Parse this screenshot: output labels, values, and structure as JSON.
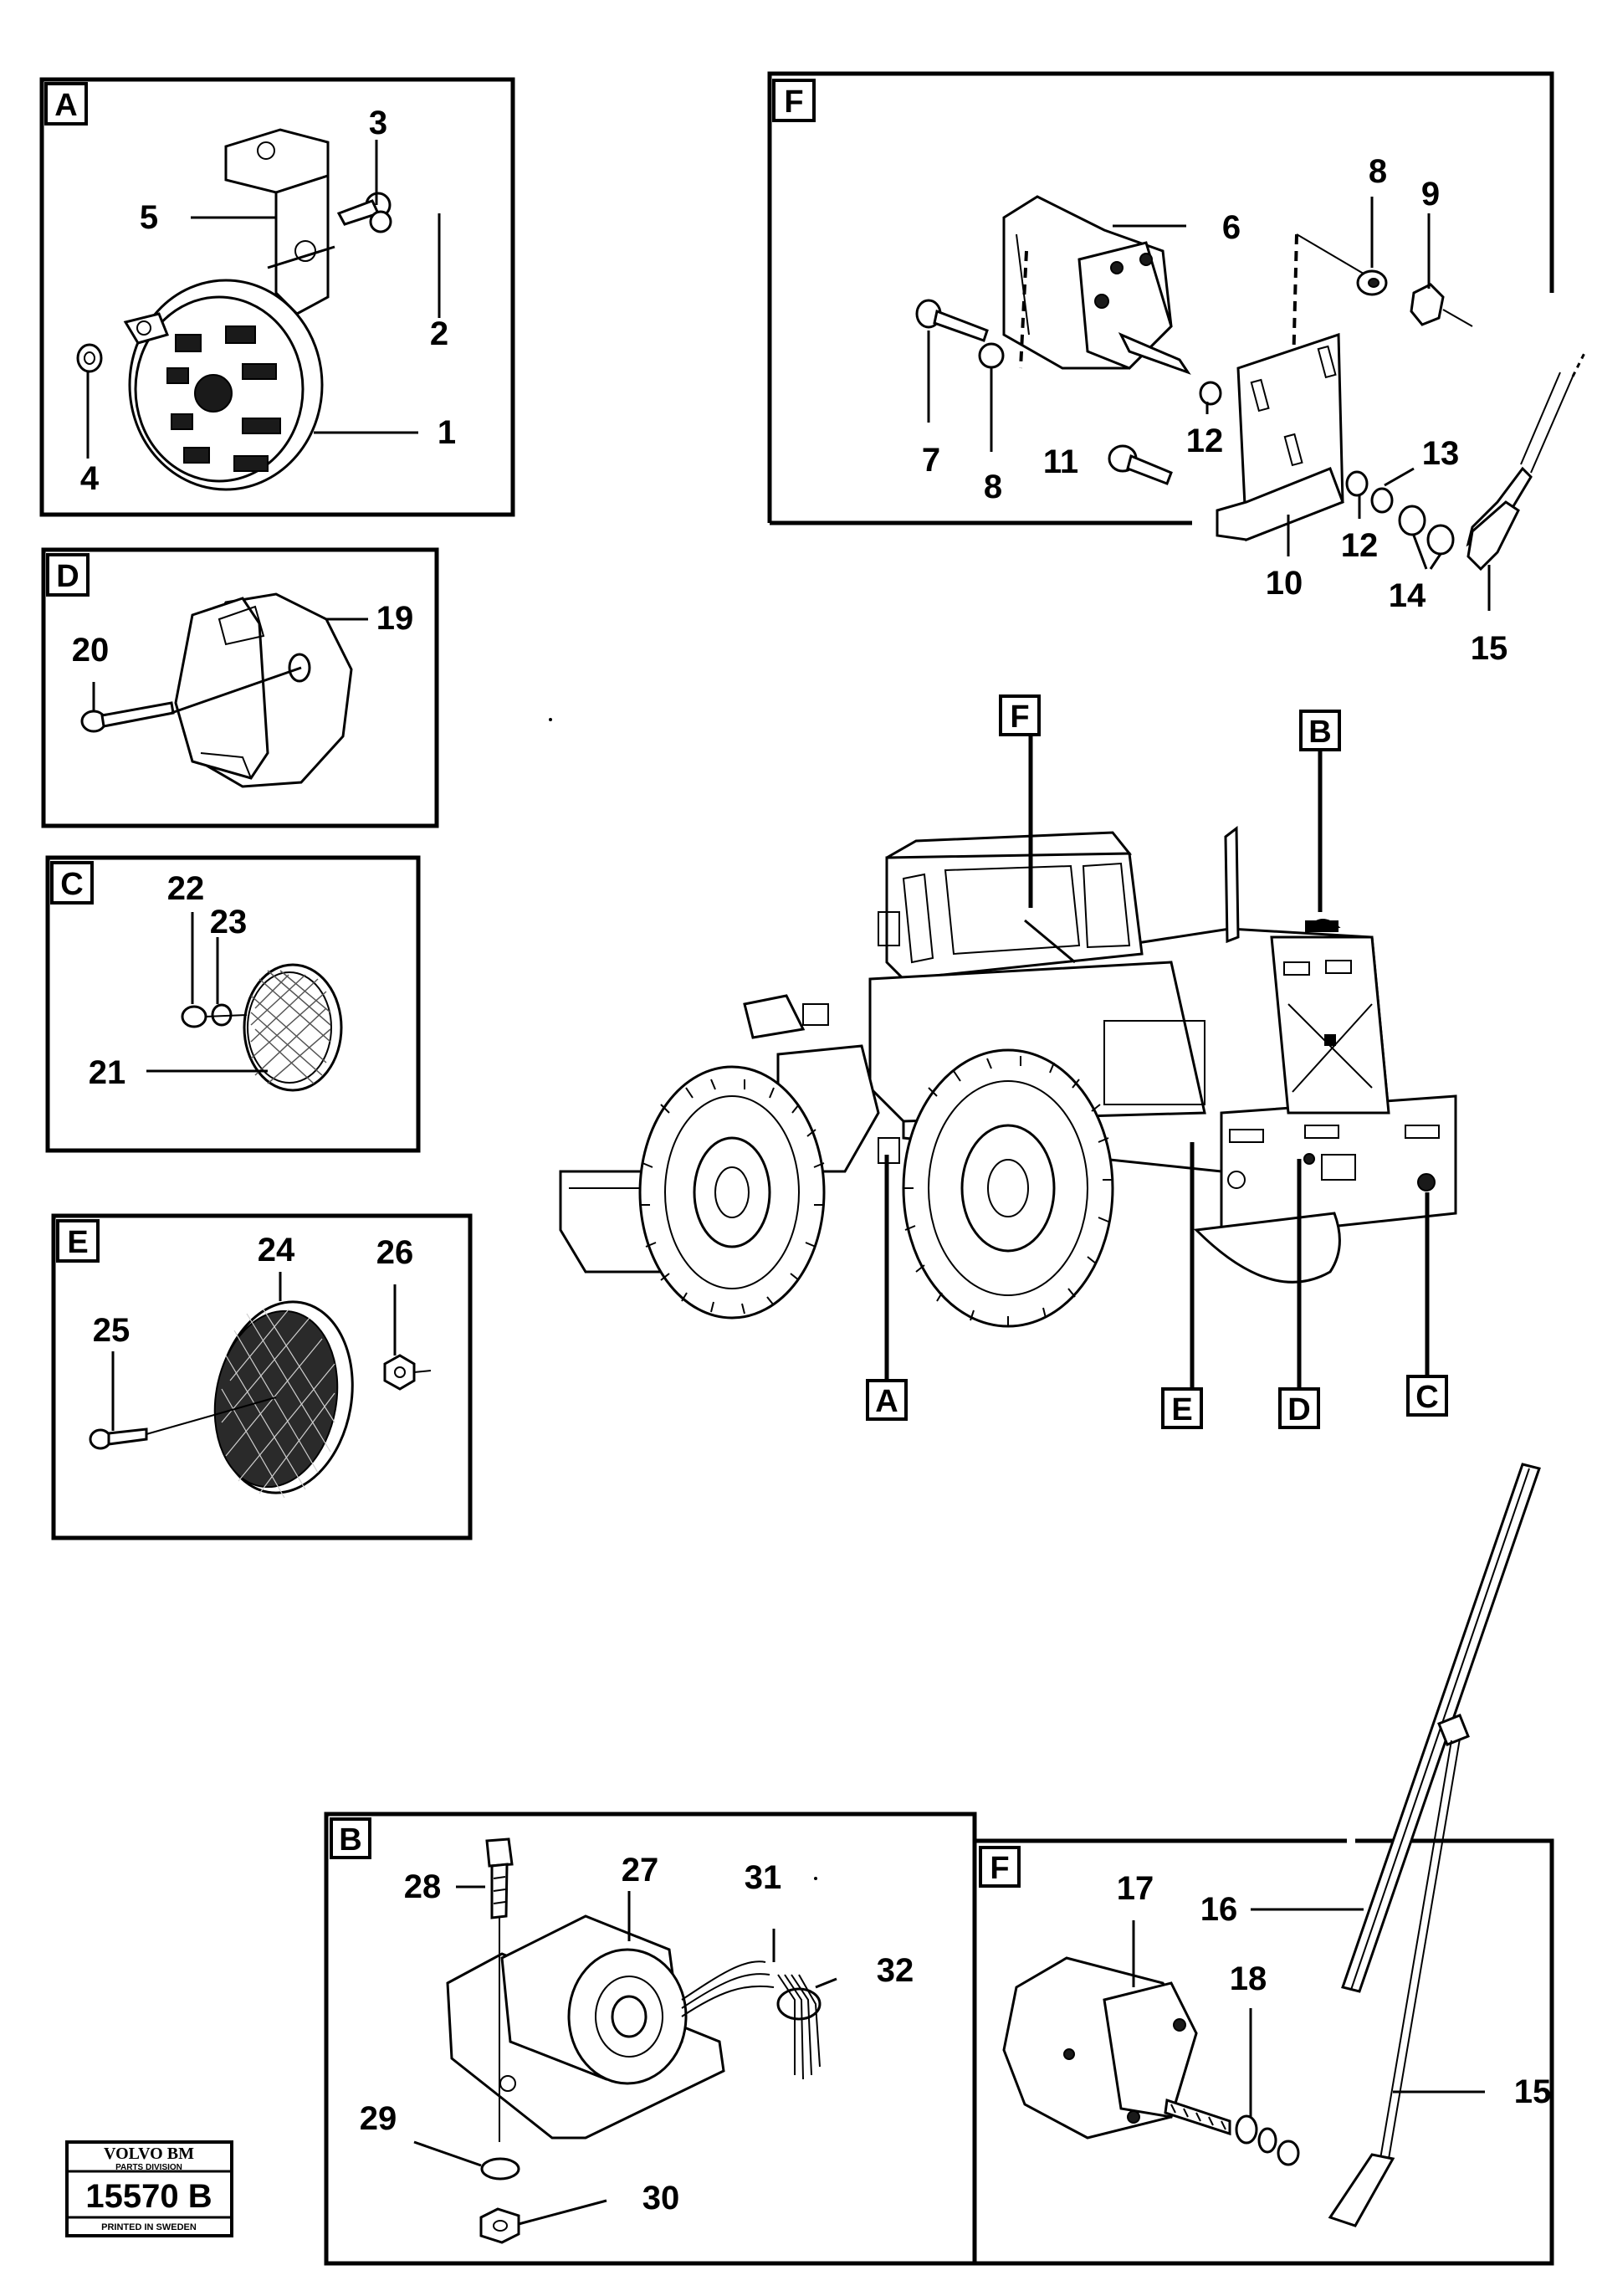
{
  "panels": {
    "A": {
      "tag": "A",
      "numbers": {
        "n1": "1",
        "n2": "2",
        "n3": "3",
        "n4": "4",
        "n5": "5"
      }
    },
    "F_top": {
      "tag": "F",
      "numbers": {
        "n6": "6",
        "n7": "7",
        "n8a": "8",
        "n8b": "8",
        "n9": "9",
        "n10": "10",
        "n11": "11",
        "n12a": "12",
        "n12b": "12",
        "n13": "13",
        "n14": "14",
        "n15": "15"
      }
    },
    "D": {
      "tag": "D",
      "numbers": {
        "n19": "19",
        "n20": "20"
      }
    },
    "C": {
      "tag": "C",
      "numbers": {
        "n21": "21",
        "n22": "22",
        "n23": "23"
      }
    },
    "E": {
      "tag": "E",
      "numbers": {
        "n24": "24",
        "n25": "25",
        "n26": "26"
      }
    },
    "B": {
      "tag": "B",
      "numbers": {
        "n27": "27",
        "n28": "28",
        "n29": "29",
        "n30": "30",
        "n31": "31",
        "n32": "32"
      }
    },
    "F_bottom": {
      "tag": "F",
      "numbers": {
        "n15": "15",
        "n16": "16",
        "n17": "17",
        "n18": "18"
      }
    }
  },
  "machine_callouts": {
    "F": "F",
    "B": "B",
    "A": "A",
    "E": "E",
    "D": "D",
    "C": "C"
  },
  "logo": {
    "brand": "VOLVO BM",
    "division": "PARTS DIVISION",
    "number": "15570 B",
    "footer": "PRINTED IN SWEDEN"
  }
}
